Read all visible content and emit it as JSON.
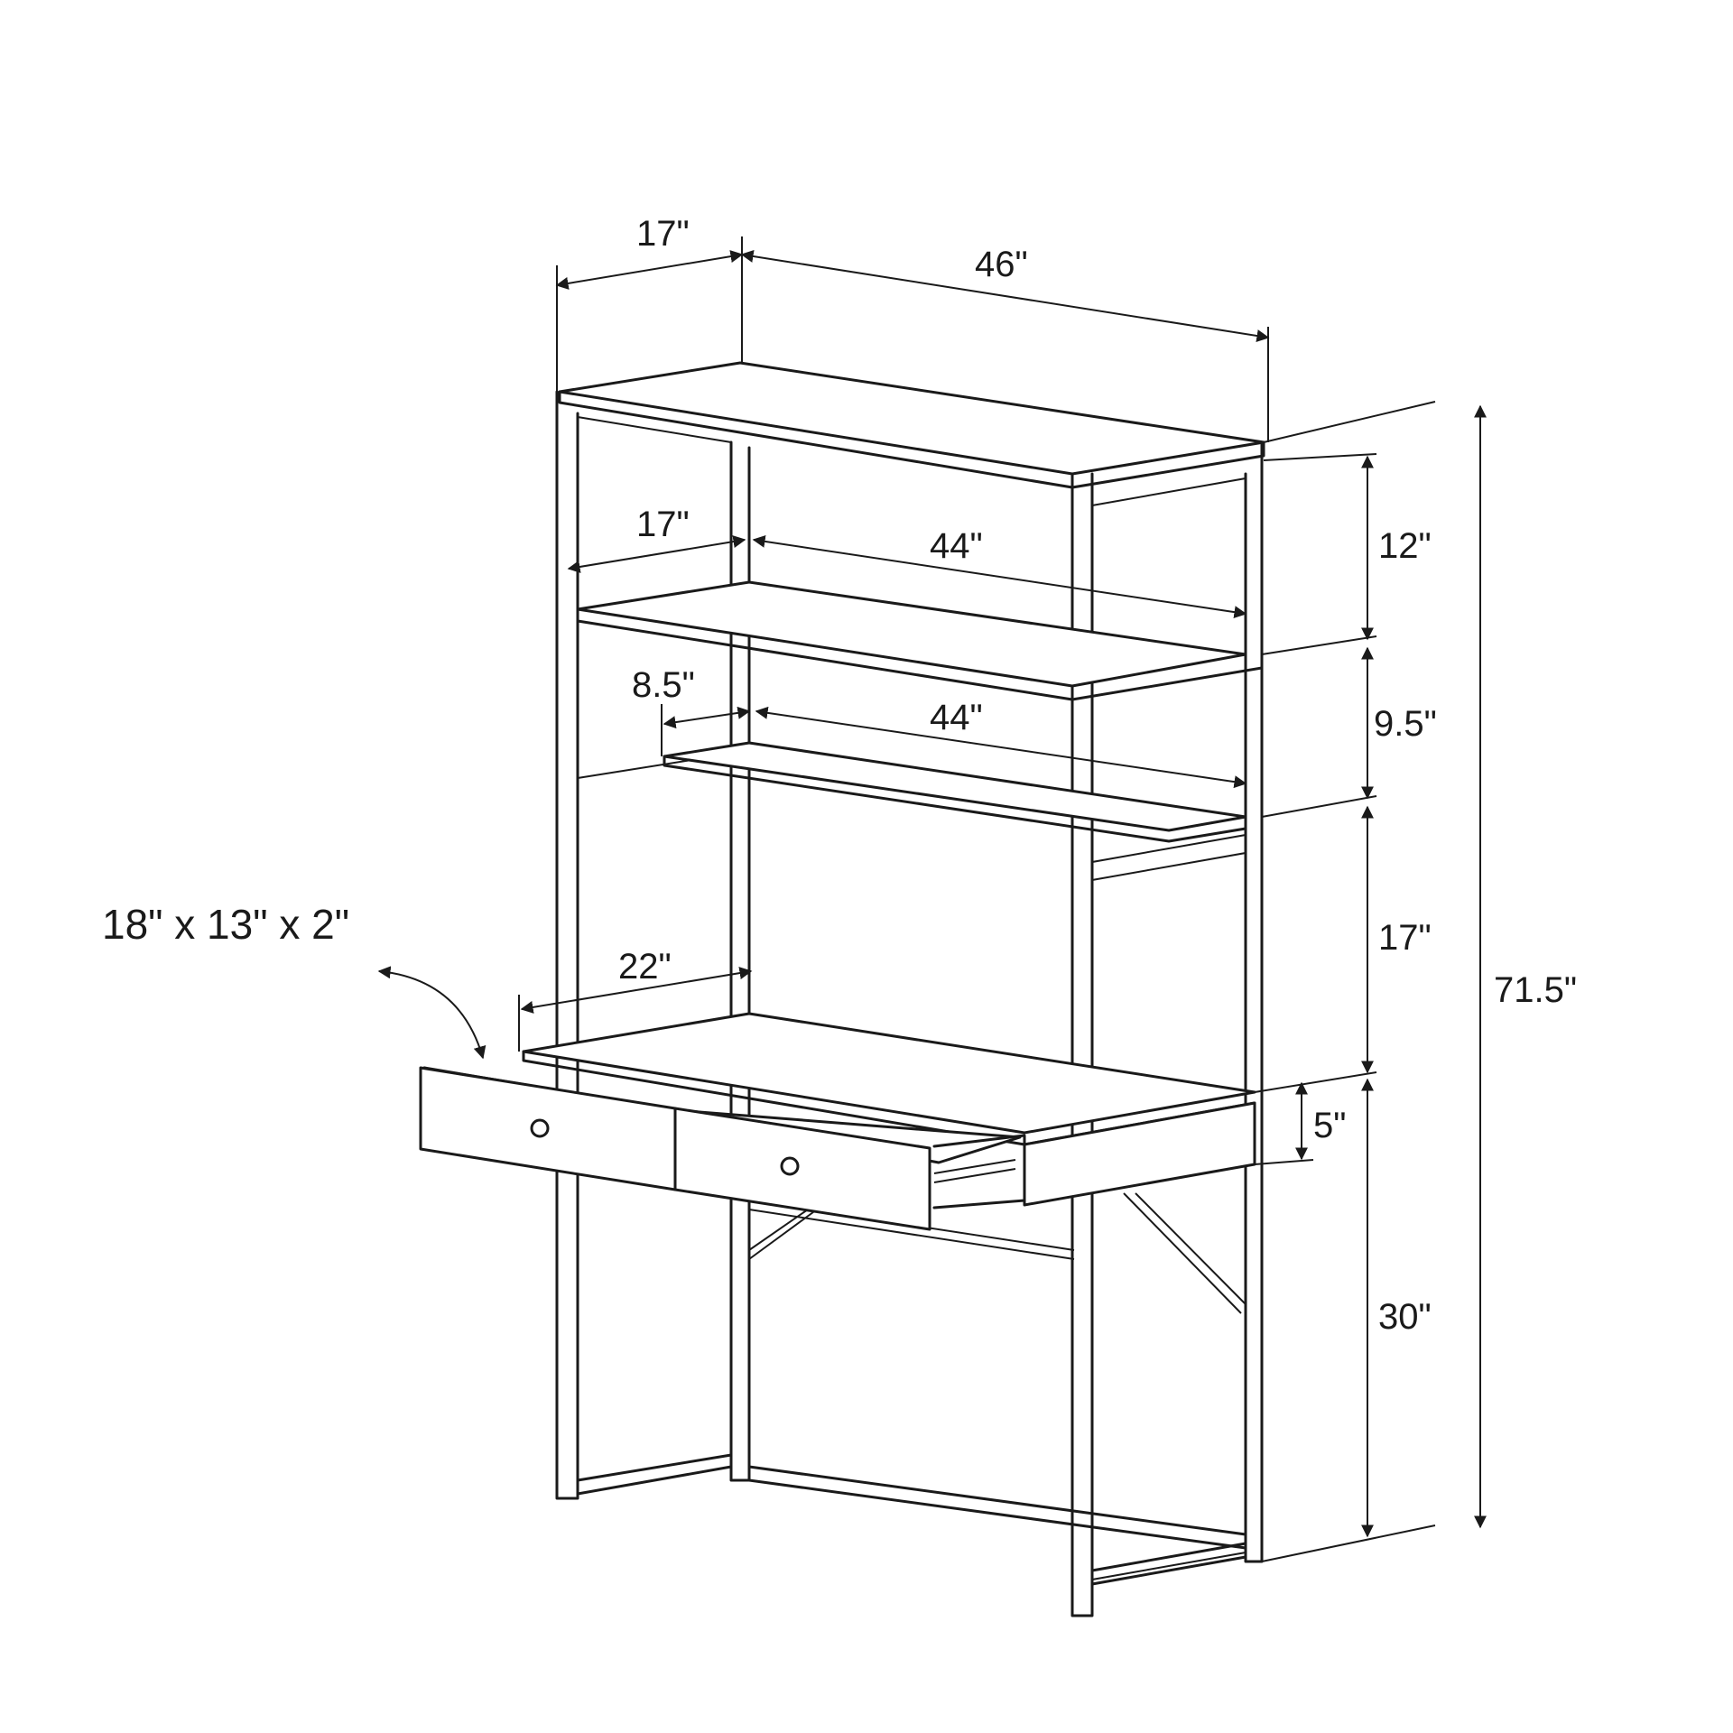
{
  "dimensions": {
    "top_depth": "17\"",
    "top_width": "46\"",
    "shelf1_depth": "17\"",
    "shelf1_width": "44\"",
    "shelf2_depth": "8.5\"",
    "shelf2_width": "44\"",
    "desk_depth": "22\"",
    "drawer_size": "18\" x 13\" x 2\"",
    "gap_top": "12\"",
    "gap_middle": "9.5\"",
    "gap_desk": "17\"",
    "apron_height": "5\"",
    "desk_height": "30\"",
    "total_height": "71.5\""
  },
  "colors": {
    "line": "#1a1a1a",
    "background": "#ffffff"
  }
}
